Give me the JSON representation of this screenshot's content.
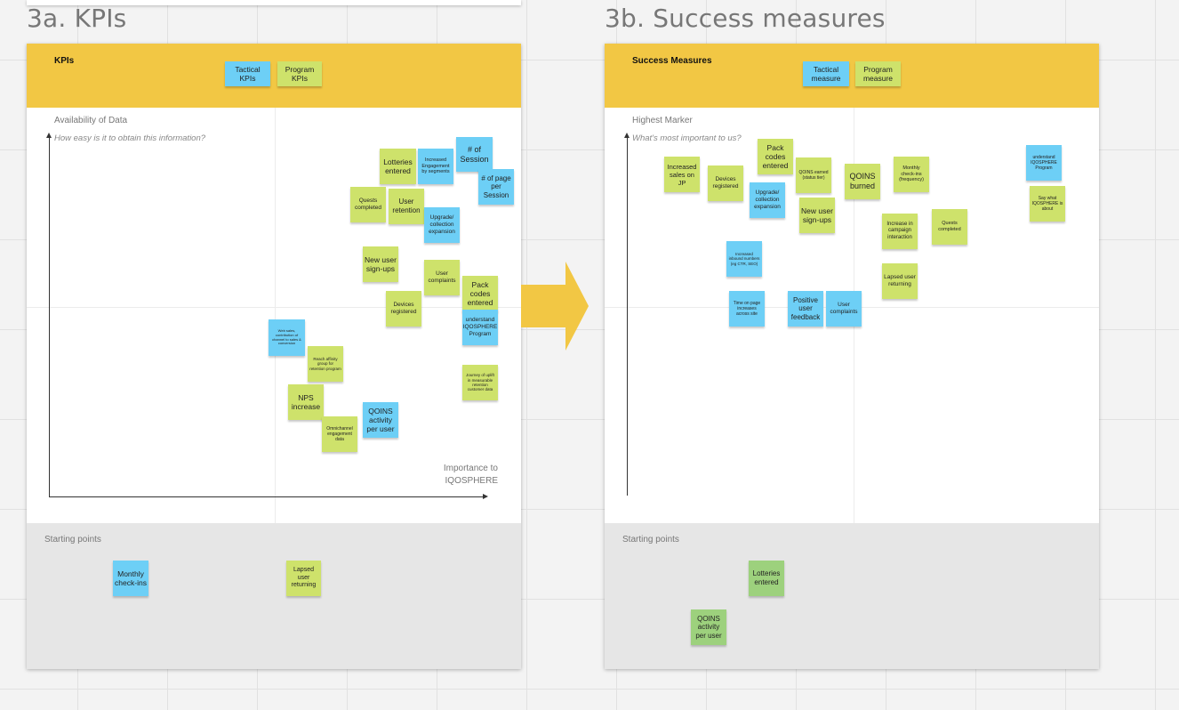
{
  "colors": {
    "header": "#f2c744",
    "sticky_lime": "#cee26b",
    "sticky_blue": "#6dcff6",
    "sticky_green": "#9dd17d",
    "arrow": "#f2c744"
  },
  "kpis": {
    "title": "3a. KPIs",
    "header_title": "KPIs",
    "legend": {
      "tactical": "Tactical KPIs",
      "program": "Program KPIs"
    },
    "y_axis_label": "Availability of Data",
    "y_axis_sub": "How easy is it to obtain this information?",
    "x_axis_label_1": "Importance to",
    "x_axis_label_2": "IQOSPHERE",
    "starting_label": "Starting points",
    "stickies": {
      "lotteries_entered": "Lotteries entered",
      "increased_engagement": "Increased Engagement by segments",
      "num_of_session": "# of Session",
      "num_page_per_session": "# of page per Session",
      "quests_completed": "Quests completed",
      "user_retention": "User retention",
      "upgrade_collection": "Upgrade/ collection expansion",
      "new_user_signups": "New user sign-ups",
      "user_complaints": "User complaints",
      "pack_codes": "Pack codes entered",
      "devices_registered": "Devices registered",
      "understand_program": "understand IQOSPHERE Program",
      "web_sales": "Web sales, contribution of channel to sales & conversion",
      "reach_affin": "Reach affinity group for retention program",
      "journey_uplift": "Journey of uplift in measurable retention customer data",
      "nps_increase": "NPS increase",
      "omnichannel": "Omnichannel engagement data",
      "qoins_activity": "QOINS activity per user",
      "monthly_checkins": "Monthly check-ins",
      "lapsed_user_returning": "Lapsed user returning"
    }
  },
  "success": {
    "title": "3b. Success measures",
    "header_title": "Success Measures",
    "legend": {
      "tactical": "Tactical measure",
      "program": "Program measure"
    },
    "y_axis_label": "Highest Marker",
    "y_axis_sub": "What's most important to us?",
    "starting_label": "Starting points",
    "stickies": {
      "increased_sales": "Increased sales on JP",
      "devices_registered": "Devices registered",
      "pack_codes": "Pack codes entered",
      "qoins_earned": "QOINS earned (status tier)",
      "qoins_burned": "QOINS burned",
      "monthly_checkins_freq": "Monthly check-ins (frequency)",
      "understand_program": "understand IQOSPHERE Program",
      "upgrade_collection": "Upgrade/ collection expansion",
      "new_user_signups": "New user sign-ups",
      "increase_campaign": "Increase in campaign interaction",
      "quests_completed": "Quests completed",
      "say_what_iqosphere": "Say what IQOSPHERE is about",
      "increased_inbound": "Increased inbound numbers (eg CTR, SEO)",
      "lapsed_user_returning": "Lapsed user returning",
      "time_on_page": "Time on page increases across site",
      "positive_feedback": "Positive user feedback",
      "user_complaints": "User complaints",
      "lotteries_entered": "Lotteries entered",
      "qoins_activity": "QOINS activity per user"
    }
  }
}
